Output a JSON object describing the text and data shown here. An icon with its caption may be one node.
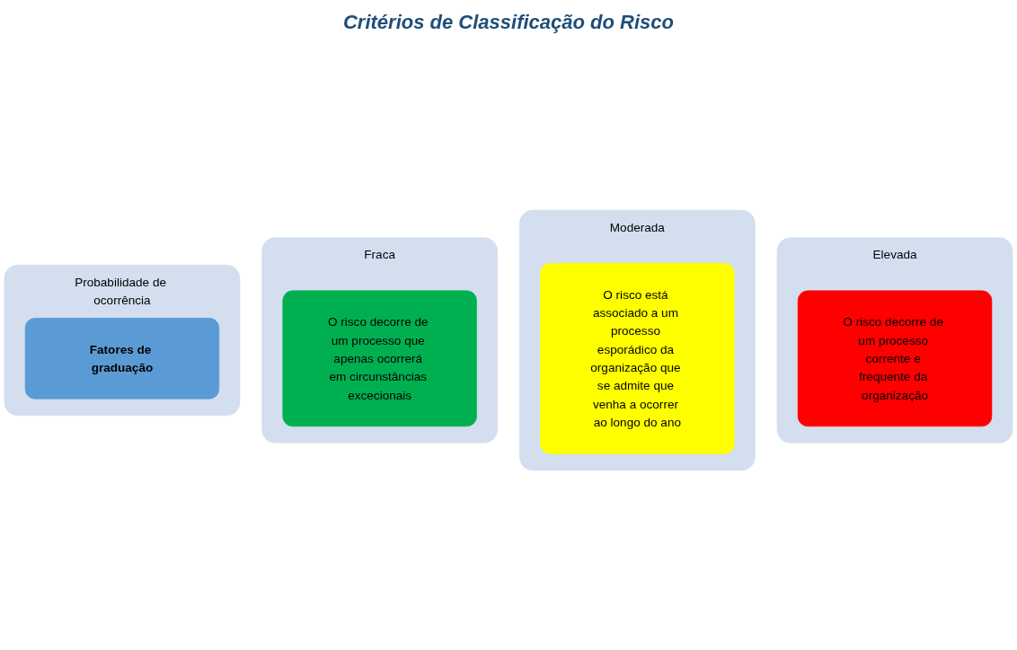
{
  "diagram": {
    "title": "Critérios de Classificação do Risco",
    "nodes": [
      {
        "text": [
          "Probabilidade de ocorrência"
        ]
      },
      {
        "text": [
          "Fatores de graduação"
        ],
        "in": 0
      },
      {
        "text": [
          "Fraca"
        ]
      },
      {
        "text": [
          "O risco decorre de um processo que apenas ocorrerá em circunstâncias excecionais"
        ],
        "in": 2
      },
      {
        "text": [
          "Moderada"
        ]
      },
      {
        "text": [
          "O risco está associado a um processo esporádico da organização que se admite que venha a ocorrer ao longo do ano"
        ],
        "in": 4
      },
      {
        "text": [
          "Elevada"
        ]
      },
      {
        "text": [
          "O risco decorre de um processo corrente e frequente da organização"
        ],
        "in": 6
      }
    ],
    "edges": []
  }
}
